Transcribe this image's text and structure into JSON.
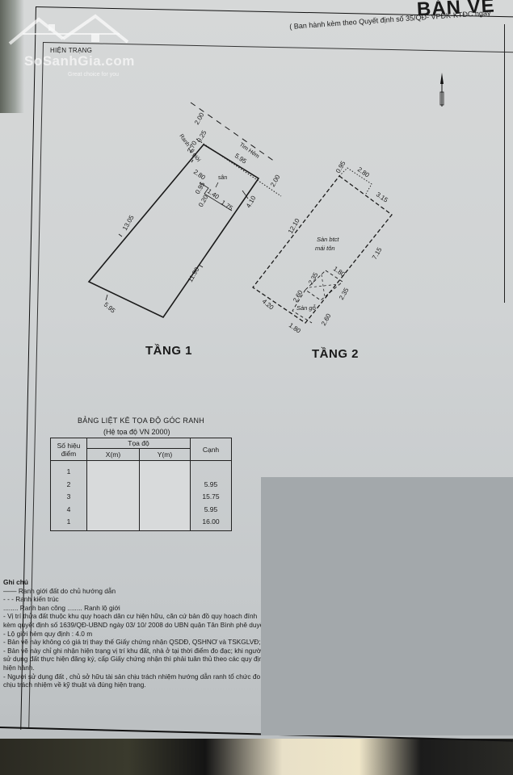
{
  "watermark": {
    "brand": "SoSanhGia.com",
    "tagline": "Great choice for you"
  },
  "header": {
    "title": "BẢN VẼ",
    "subtitle": "( Ban hành kèm theo Quyết định số 35/QĐ- VPĐK-KTĐC ngày",
    "section_label": "HIỆN TRẠNG"
  },
  "floor1": {
    "label": "TẦNG 1",
    "annotations": {
      "ranh_lo_gioi": "Ranh Lộ giới",
      "tim_hem": "Tim Hẻm",
      "room": "sân",
      "dims": [
        "2.00",
        "0.25",
        "2.70",
        "5.95",
        "2.80",
        "0.95",
        "1.40",
        "0.20",
        "1.75",
        "4.10",
        "2.00",
        "13.05",
        "11.90",
        "5.95"
      ]
    }
  },
  "floor2": {
    "label": "TẦNG 2",
    "annotations": {
      "room_main": "Sàn btct",
      "room_main_2": "mái tôn",
      "room_small": "Sàn gỗ",
      "dims": [
        "0.95",
        "2.80",
        "3.15",
        "12.10",
        "7.15",
        "2.35",
        "1.80",
        "2.60",
        "2.35",
        "4.20",
        "1.80",
        "2.60"
      ]
    }
  },
  "coord_table": {
    "title": "BẢNG LIỆT KÊ TỌA ĐỘ GÓC RANH",
    "subtitle": "(Hệ tọa độ VN 2000)",
    "headers": {
      "point": "Số hiệu điểm",
      "coords": "Tọa độ",
      "x": "X(m)",
      "y": "Y(m)",
      "edge": "Cạnh"
    },
    "rows": [
      {
        "point": "1",
        "edge": ""
      },
      {
        "point": "2",
        "edge": "5.95"
      },
      {
        "point": "3",
        "edge": "15.75"
      },
      {
        "point": "4",
        "edge": "5.95"
      },
      {
        "point": "1",
        "edge": "16.00"
      }
    ]
  },
  "notes": {
    "heading": "Ghi chú",
    "lines": [
      "—— Ranh giới đất do chủ hướng dẫn",
      "- - - Ranh kiến trúc",
      "........ Ranh ban công ........ Ranh lộ giới",
      "- Vị trí thửa đất thuộc khu quy hoạch dân cư hiện hữu, căn cứ bản đồ quy hoạch đính kèm quyết định số 1639/QĐ-UBND ngày 03/ 10/ 2008 do UBN quận Tân Bình phê duyệt ;",
      "- Lộ giới hẻm quy định  : 4.0 m",
      "- Bản vẽ này không có giá trị thay thế Giấy chứng nhận QSDĐ, QSHNƠ và TSKGLVĐ;",
      "- Bản vẽ này chỉ ghi nhận hiện trạng vị trí khu đất, nhà ở tại thời điểm đo đạc; khi người sử dụng đất thực hiện đăng ký, cấp Giấy chứng nhận thì phải tuân thủ theo các quy định hiện hành.",
      "- Người sử dụng đất , chủ sở hữu tài sản chịu trách nhiệm hướng  dẫn ranh tổ chức đo vẽ chịu trách nhiệm về kỹ thuật và đúng hiện trạng."
    ]
  },
  "colors": {
    "paper": "#d3d6d7",
    "ink": "#1a1a1a",
    "redaction": "#a3a8ab"
  }
}
